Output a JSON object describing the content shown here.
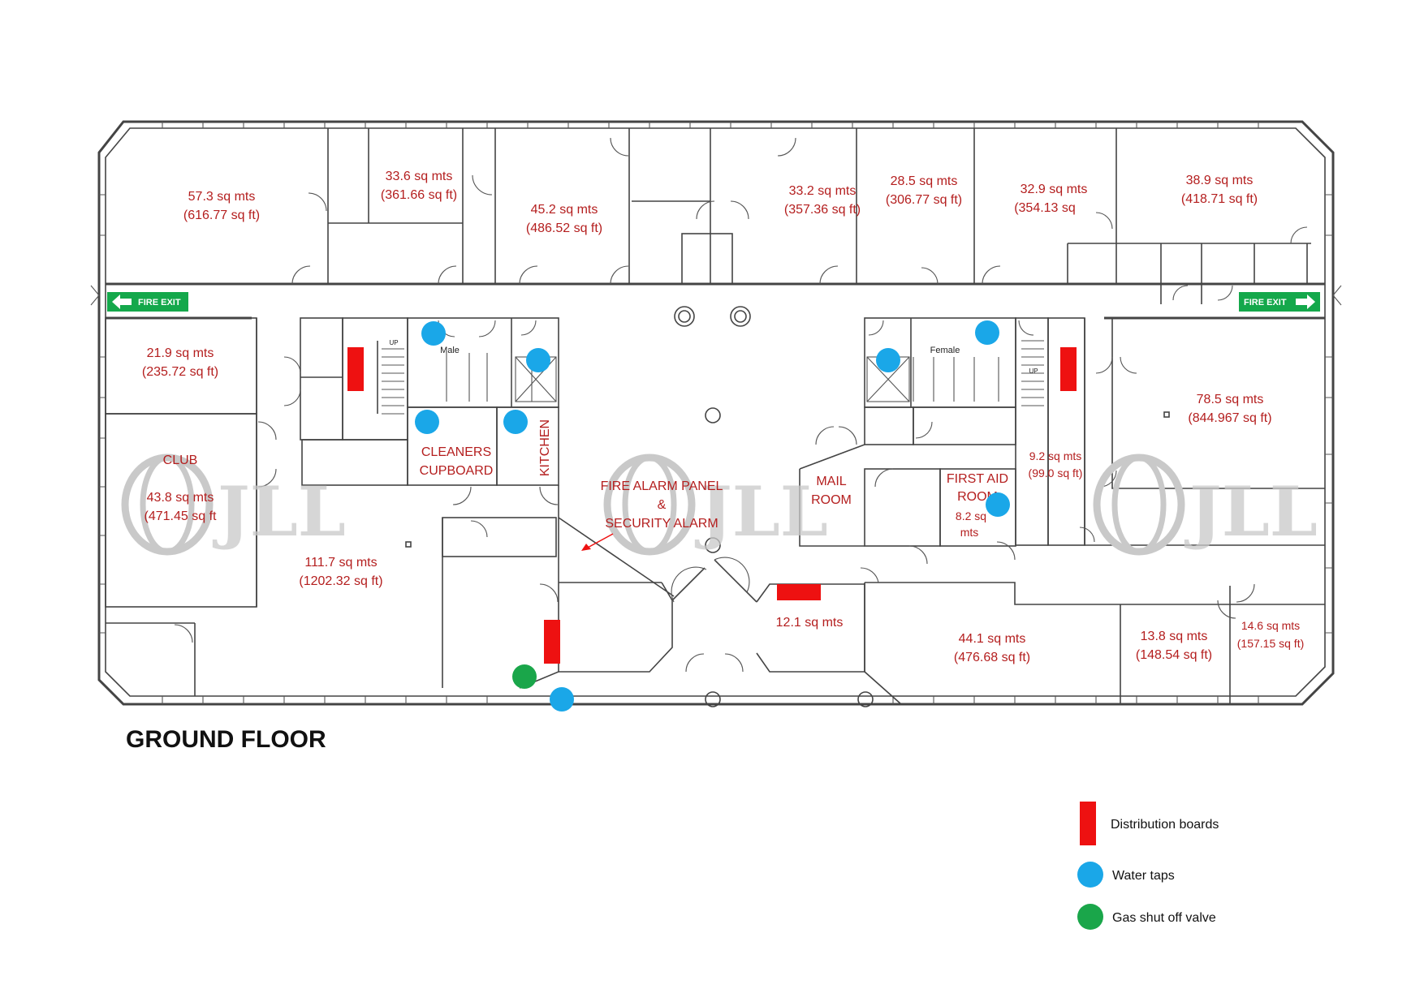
{
  "floor_title": "GROUND FLOOR",
  "watermark_text": "JLL",
  "fire_exit_label": "FIRE EXIT",
  "colors": {
    "labels": "#b41e1e",
    "distribution_board": "#ee1111",
    "water_tap": "#1aa7e8",
    "gas_valve": "#1aa64a",
    "fire_exit": "#14a84b"
  },
  "rooms": {
    "r1": [
      "57.3 sq mts",
      "(616.77 sq ft)"
    ],
    "r2": [
      "33.6 sq mts",
      "(361.66 sq ft)"
    ],
    "r3": [
      "45.2 sq mts",
      "(486.52 sq ft)"
    ],
    "r4": [
      "33.2 sq mts",
      "(357.36 sq ft)"
    ],
    "r5": [
      "28.5 sq mts",
      "(306.77 sq ft)"
    ],
    "r6": [
      "32.9 sq mts",
      "(354.13 sq"
    ],
    "r7": [
      "38.9 sq mts",
      "(418.71 sq ft)"
    ],
    "r8": [
      "21.9 sq mts",
      "(235.72 sq ft)"
    ],
    "r9": [
      "CLUB",
      "43.8 sq mts",
      "(471.45 sq ft"
    ],
    "r10": [
      "111.7 sq mts",
      "(1202.32 sq ft)"
    ],
    "r11": [
      "CLEANERS",
      "CUPBOARD"
    ],
    "r12": [
      "KITCHEN"
    ],
    "r13": [
      "FIRE ALARM PANEL",
      "&",
      "SECURITY ALARM"
    ],
    "r14": [
      "MAIL",
      "ROOM"
    ],
    "r15": [
      "FIRST AID",
      "ROOM",
      "8.2 sq",
      "mts"
    ],
    "r16": [
      "9.2 sq mts",
      "(99.0 sq ft)"
    ],
    "r17": [
      "78.5 sq mts",
      "(844.967 sq ft)"
    ],
    "r18": [
      "12.1 sq mts"
    ],
    "r19": [
      "44.1 sq mts",
      "(476.68 sq ft)"
    ],
    "r20": [
      "13.8 sq mts",
      "(148.54 sq ft)"
    ],
    "r21": [
      "14.6 sq mts",
      "(157.15 sq ft)"
    ]
  },
  "wc": {
    "male": "Male",
    "female": "Female",
    "up": "UP"
  },
  "legend": [
    {
      "label": "Distribution boards",
      "symbol": "distribution-board"
    },
    {
      "label": "Water taps",
      "symbol": "water-tap"
    },
    {
      "label": "Gas shut off valve",
      "symbol": "gas-valve"
    }
  ]
}
